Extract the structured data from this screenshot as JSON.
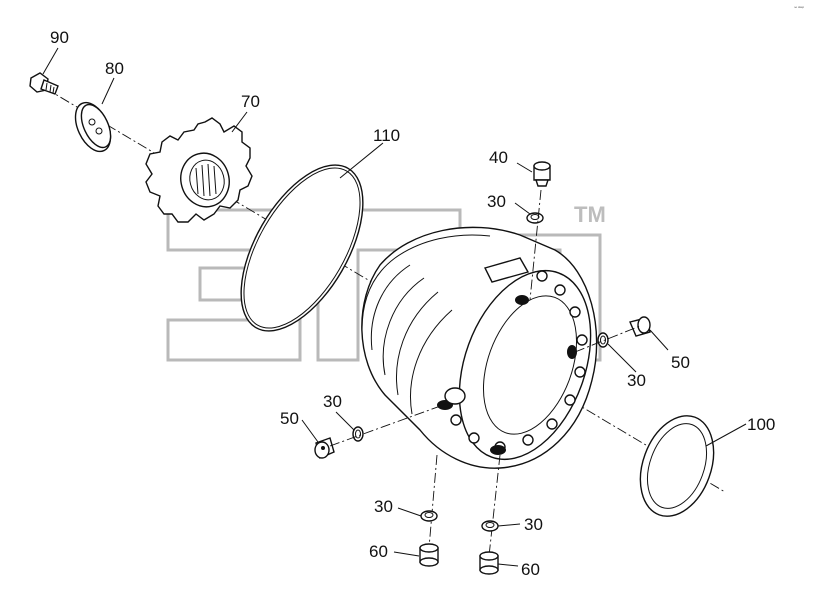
{
  "corner_mark": "ⁿᵉ ᵈᵉᵉᵖ",
  "watermark": {
    "text": "элс",
    "trademark": "TM"
  },
  "labels": {
    "l90": "90",
    "l80": "80",
    "l70": "70",
    "l110": "110",
    "l40": "40",
    "l30_top": "30",
    "l30_right": "30",
    "l50_right": "50",
    "l50_left": "50",
    "l30_left": "30",
    "l100": "100",
    "l30_bottom_left": "30",
    "l30_bottom_right": "30",
    "l60_left": "60",
    "l60_right": "60"
  }
}
